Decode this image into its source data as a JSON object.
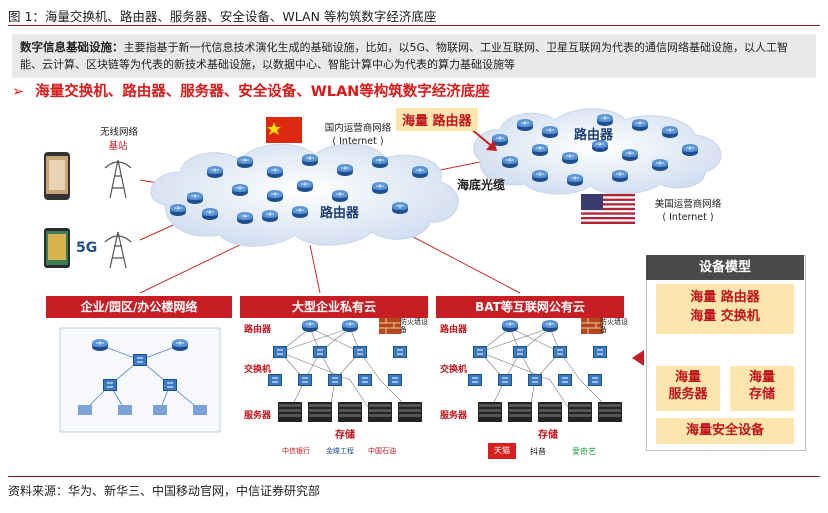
{
  "figure_title": "图 1：海量交换机、路由器、服务器、安全设备、WLAN 等构筑数字经济底座",
  "definition": {
    "label": "数字信息基础设施：",
    "text": "主要指基于新一代信息技术演化生成的基础设施，比如，以5G、物联网、工业互联网、卫星互联网为代表的通信网络基础设施，以人工智能、云计算、区块链等为代表的新技术基础设施，以数据中心、智能计算中心为代表的算力基础设施等"
  },
  "headline": "海量交换机、路由器、服务器、安全设备、WLAN等构筑数字经济底座",
  "headline_arrow": "➢",
  "callouts": {
    "massive_router": "海量 路由器",
    "submarine_cable": "海底光缆"
  },
  "left_labels": {
    "wireless_network": "无线网络",
    "base_station": "基站",
    "five_g": "5G"
  },
  "domestic_network": {
    "line1": "国内运营商网络",
    "line2": "( Internet )"
  },
  "us_network": {
    "line1": "美国运营商网络",
    "line2": "( Internet )"
  },
  "cloud_labels": {
    "domestic_router": "路由器",
    "us_router": "路由器"
  },
  "panels": {
    "enterprise": {
      "title": "企业/园区/办公楼网络"
    },
    "private_cloud": {
      "title": "大型企业私有云",
      "tiers": [
        "路由器",
        "交换机",
        "服务器"
      ],
      "firewall": "防火墙设备",
      "storage": "存储",
      "logos": [
        "中信银行",
        "金蝶工程",
        "中国石油"
      ]
    },
    "public_cloud": {
      "title": "BAT等互联网公有云",
      "tiers": [
        "路由器",
        "交换机",
        "服务器"
      ],
      "firewall": "防火墙设备",
      "storage": "存储",
      "logos": [
        "天猫",
        "抖音",
        "爱奇艺"
      ]
    }
  },
  "device_model": {
    "title": "设备模型",
    "top_line1": "海量 路由器",
    "top_line2": "海量 交换机",
    "server_line1": "海量",
    "server_line2": "服务器",
    "storage_line1": "海量",
    "storage_line2": "存储",
    "security": "海量安全设备"
  },
  "source": "资料来源：华为、新华三、中国移动官网，中信证券研究部",
  "colors": {
    "accent_red": "#c61e24",
    "headline_red": "#d71a1a",
    "callout_bg": "#fde6ad",
    "cloud_fill": "#d9e5f4",
    "dark_header": "#4a4a4a"
  }
}
